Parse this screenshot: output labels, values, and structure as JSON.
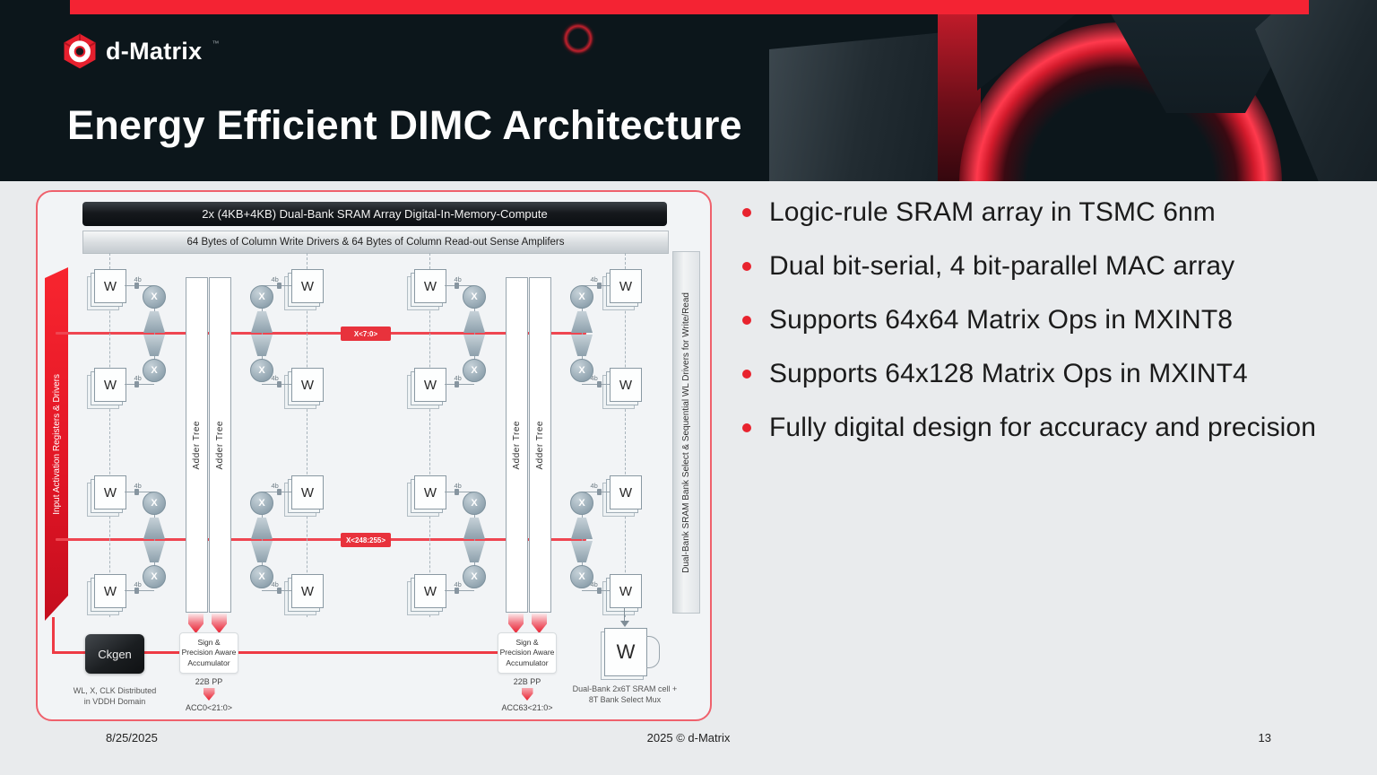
{
  "slide": {
    "logo": {
      "text": "d-Matrix",
      "mark": "™"
    },
    "title": "Energy Efficient DIMC Architecture",
    "footer": {
      "date": "8/25/2025",
      "copyright": "2025 © d-Matrix",
      "page": "13"
    }
  },
  "diagram": {
    "title_bar": "2x (4KB+4KB) Dual-Bank SRAM Array Digital-In-Memory-Compute",
    "subtitle_bar": "64 Bytes of Column Write Drivers & 64 Bytes of Column Read-out Sense Amplifers",
    "left_ribbon": "Input Activation Registers & Drivers",
    "right_bar": "Dual-Bank SRAM Bank Select & Sequential WL Drivers for Write/Read",
    "bus_label_top": "X<7:0>",
    "bus_label_bottom": "X<248:255>",
    "adder_tree_label": "Adder Tree",
    "w_label": "W",
    "x_label": "X",
    "bit_label": "4b",
    "ckgen_label": "Ckgen",
    "ckgen_caption": "WL, X, CLK Distributed\nin VDDH Domain",
    "accumulator_label": "Sign &\nPrecision Aware\nAccumulator",
    "pp_label": "22B PP",
    "acc_label_left": "ACC0<21:0>",
    "acc_label_right": "ACC63<21:0>",
    "sram_caption": "Dual-Bank 2x6T SRAM cell +\n8T Bank Select Mux"
  },
  "bullets": [
    "Logic-rule SRAM array in TSMC 6nm",
    "Dual bit-serial, 4 bit-parallel MAC array",
    "Supports 64x64 Matrix Ops in MXINT8",
    "Supports 64x128 Matrix Ops in MXINT4",
    "Fully digital design for accuracy and precision"
  ],
  "colors": {
    "accent_red": "#E8232E",
    "top_bar_red": "#F42333",
    "header_bg": "#0C161B",
    "content_bg": "#E9EBED",
    "panel_border": "#EF616C",
    "bus_red": "#EF4651"
  }
}
